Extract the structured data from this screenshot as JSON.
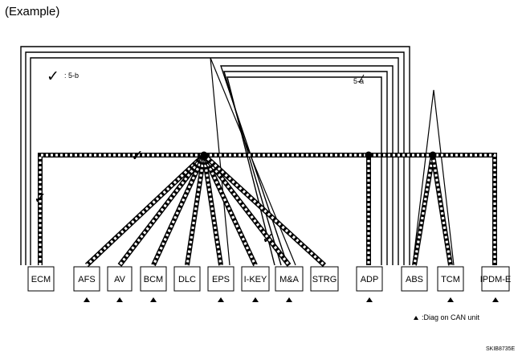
{
  "title": "(Example)",
  "units": [
    "ECM",
    "AFS",
    "AV",
    "BCM",
    "DLC",
    "EPS",
    "I-KEY",
    "M&A",
    "STRG",
    "ADP",
    "ABS",
    "TCM",
    "IPDM-E"
  ],
  "diag_on_can_units": [
    "AFS",
    "AV",
    "BCM",
    "EPS",
    "I-KEY",
    "M&A",
    "ADP",
    "TCM",
    "IPDM-E"
  ],
  "check_mark": "✓",
  "legend": {
    "path_5b": ": 5-b",
    "path_5a": "5-a",
    "triangle_symbol": "▲",
    "diag_text": ":Diag on CAN unit"
  },
  "figure_code": "SKIB8735E",
  "colors": {
    "line": "#000000",
    "background": "#ffffff"
  }
}
